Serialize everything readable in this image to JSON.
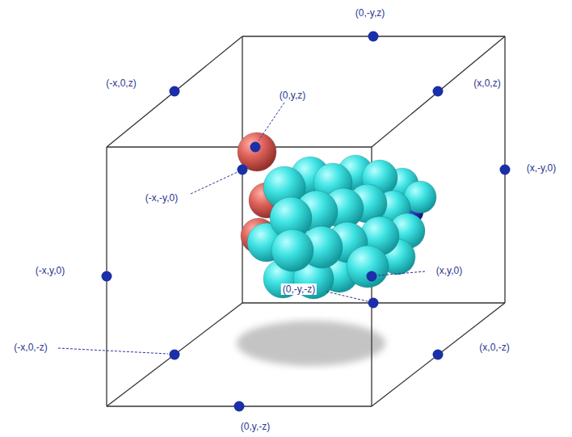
{
  "diagram": {
    "labels": [
      "(0,-y,z)",
      "(-x,0,z)",
      "(0,y,z)",
      "(x,0,z)",
      "(-x,-y,0)",
      "(x,-y,0)",
      "(-x,y,0)",
      "(x,y,0)",
      "(0,-y,-z)",
      "(-x,0,-z)",
      "(x,0,-z)",
      "(0,y,-z)"
    ]
  }
}
